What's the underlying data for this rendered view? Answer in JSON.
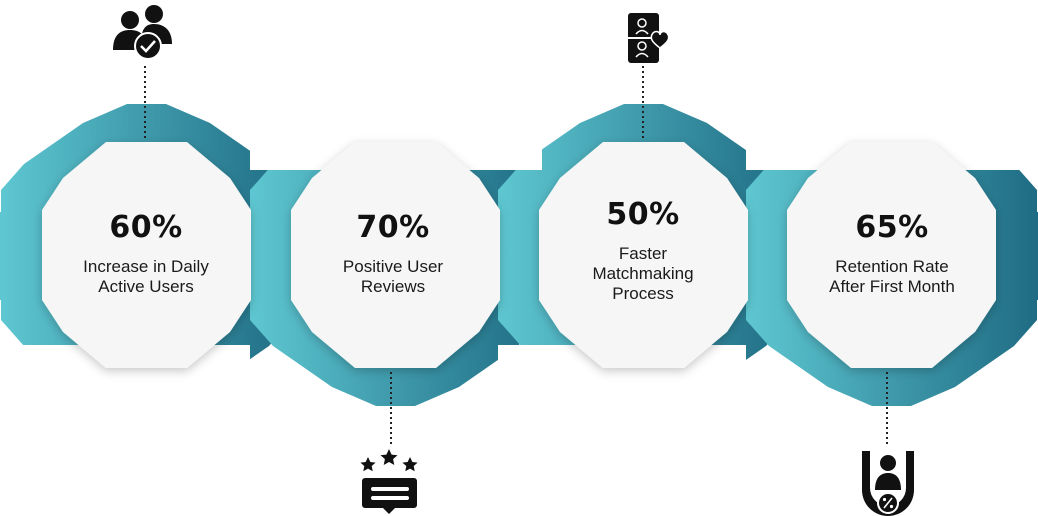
{
  "colors": {
    "band_start": "#5ec7d1",
    "band_end": "#1f6c84",
    "hex_fill": "#f6f6f6",
    "text": "#111111",
    "icon": "#111111"
  },
  "stats": [
    {
      "value": "60%",
      "desc_line1": "Increase in Daily",
      "desc_line2": "Active Users",
      "desc_line3": "",
      "icon": "users-check-icon"
    },
    {
      "value": "70%",
      "desc_line1": "Positive User",
      "desc_line2": "Reviews",
      "desc_line3": "",
      "icon": "star-review-icon"
    },
    {
      "value": "50%",
      "desc_line1": "Faster",
      "desc_line2": "Matchmaking",
      "desc_line3": "Process",
      "icon": "phone-match-heart-icon"
    },
    {
      "value": "65%",
      "desc_line1": "Retention Rate",
      "desc_line2": "After First Month",
      "desc_line3": "",
      "icon": "user-retention-percent-icon"
    }
  ]
}
